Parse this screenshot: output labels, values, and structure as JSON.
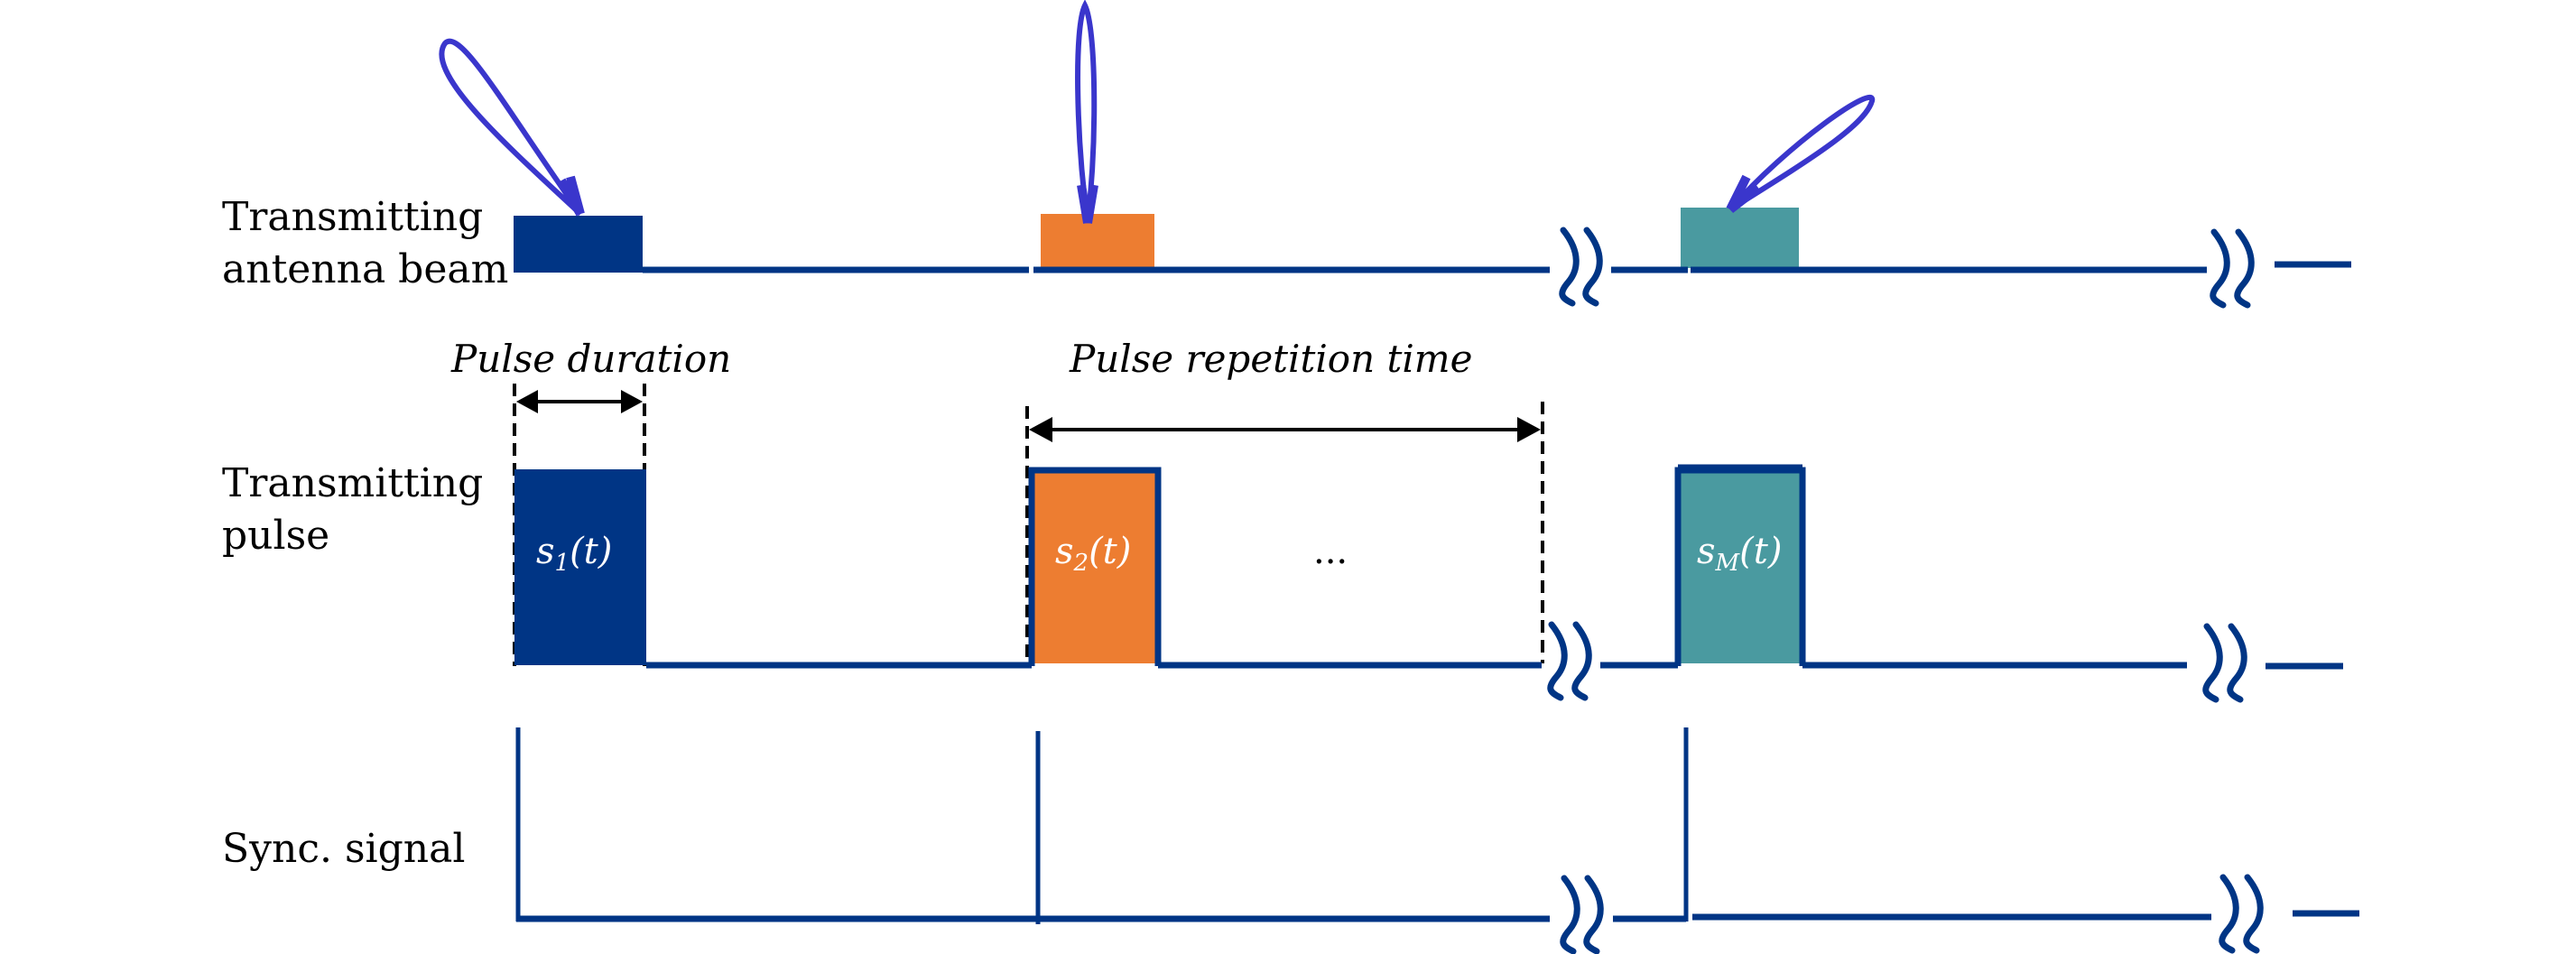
{
  "diagram": {
    "title": "Radar pulse timing diagram",
    "colors": {
      "line": "#003585",
      "beam_arrow": "#3a36cc",
      "pulse_1": "#003585",
      "pulse_2": "#ed7d31",
      "pulse_M": "#4a9aa0",
      "dimension": "#000000"
    },
    "rows": [
      {
        "id": "beam",
        "label_lines": [
          "Transmitting",
          "antenna beam"
        ]
      },
      {
        "id": "pulse",
        "label_lines": [
          "Transmitting",
          "pulse"
        ]
      },
      {
        "id": "sync",
        "label_lines": [
          "Sync. signal"
        ]
      }
    ],
    "dimensions": {
      "pulse_duration": "Pulse duration",
      "pulse_repetition_time": "Pulse repetition time"
    },
    "pulses": [
      {
        "symbol": "s",
        "subscript": "1",
        "arg": "(t)"
      },
      {
        "symbol": "s",
        "subscript": "2",
        "arg": "(t)"
      },
      {
        "symbol": "s",
        "subscript": "M",
        "arg": "(t)"
      }
    ],
    "ellipsis": "...",
    "break_symbol": "≈"
  }
}
